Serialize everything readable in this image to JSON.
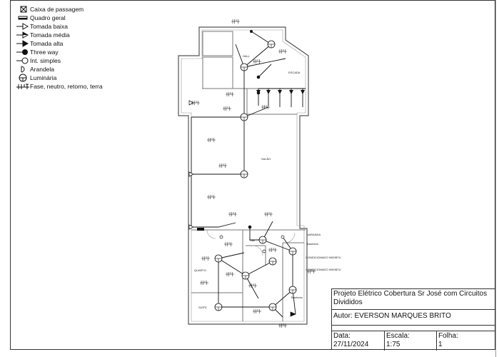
{
  "legend": {
    "items": [
      {
        "icon": "junction-box-icon",
        "label": "Caixa de passagem"
      },
      {
        "icon": "main-panel-icon",
        "label": "Quadro geral"
      },
      {
        "icon": "low-outlet-icon",
        "label": "Tomada baixa"
      },
      {
        "icon": "medium-outlet-icon",
        "label": "Tomada média"
      },
      {
        "icon": "high-outlet-icon",
        "label": "Tomada alta"
      },
      {
        "icon": "three-way-switch-icon",
        "label": "Three way"
      },
      {
        "icon": "simple-switch-icon",
        "label": "Int. simples"
      },
      {
        "icon": "wall-lamp-icon",
        "label": "Arandela"
      },
      {
        "icon": "ceiling-light-icon",
        "label": "Luminária"
      },
      {
        "icon": "wires-icon",
        "label": "Fase, neutro, retorno, terra"
      }
    ]
  },
  "plan": {
    "rooms": {
      "hall": "HALL",
      "escada": "ESCADA",
      "salao": "SALÃO",
      "quarto": "QUARTO",
      "suite": "SUÍTE",
      "banheiro": "Banheiro",
      "banheiro2": "Banheiro",
      "varanda": "VARANDA",
      "hall2": "Hall",
      "ar1": "CONDICIONADO 9000BTU",
      "ar2": "CONDICIONADO 9000BTU"
    }
  },
  "title_block": {
    "title": "Projeto Elétrico Cobertura Sr José com Circuitos Divididos",
    "author": "Autor: EVERSON MARQUES BRITO",
    "date_label": "Data:",
    "date_value": "27/11/2024",
    "scale_label": "Escala:",
    "scale_value": "1:75",
    "sheet_label": "Folha:",
    "sheet_value": "1"
  }
}
